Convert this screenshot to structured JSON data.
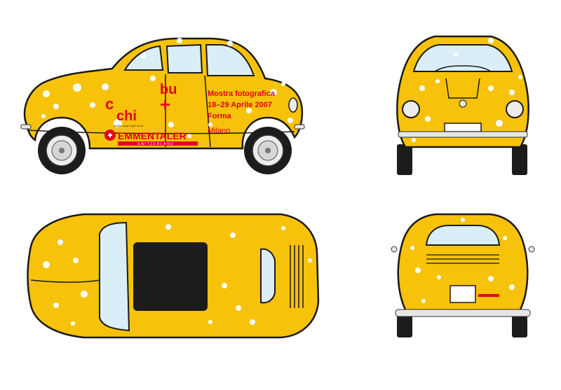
{
  "livery": {
    "logo_chi": "chi",
    "logo_c": "c",
    "logo_bu": "bu",
    "logo_plus": "+",
    "logo_tagline": "meglio degli ingeri sunti",
    "sponsor": "EMMENTALER",
    "sponsor_sub": "SWITZERLAND",
    "event_title": "Mostra fotografica",
    "event_dates": "18–29 Aprile 2007",
    "event_venue": "Forma",
    "event_city": "Milano"
  },
  "colors": {
    "body": "#f7c20a",
    "outline": "#1a1a1a",
    "glass": "#d9eef6",
    "spot": "#ffffff",
    "accent_red": "#e3001b",
    "tire": "#1c1c1c",
    "chrome": "#e6e6e6"
  },
  "views": [
    "side",
    "front",
    "top",
    "rear"
  ]
}
